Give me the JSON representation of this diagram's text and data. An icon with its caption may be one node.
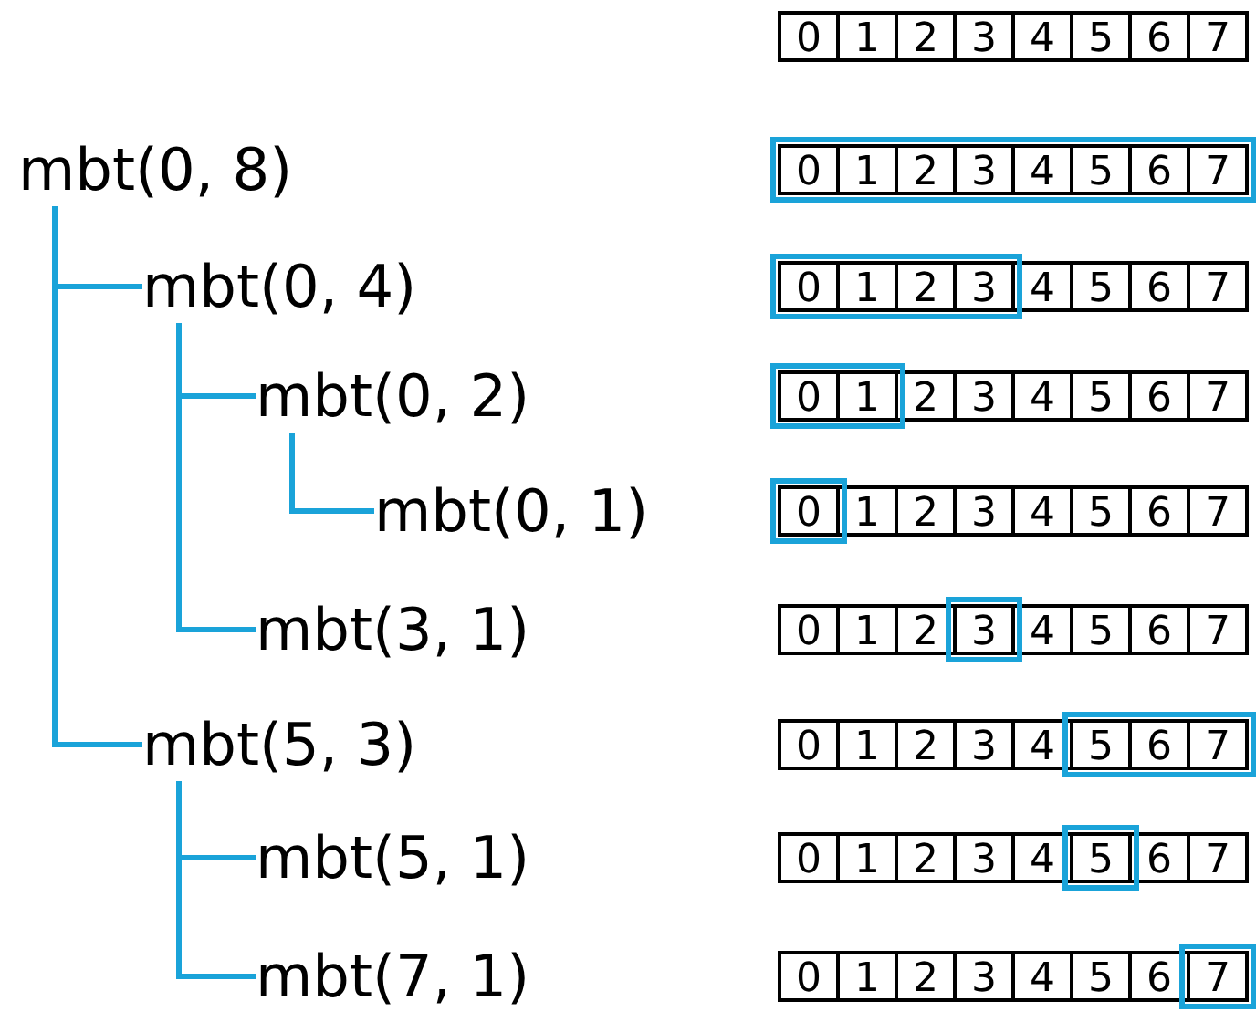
{
  "diagram": {
    "nodes": [
      {
        "text": [
          "mbt(0, 8)"
        ]
      },
      {
        "text": [
          "mbt(0, 4)"
        ]
      },
      {
        "text": [
          "mbt(0, 2)"
        ]
      },
      {
        "text": [
          "mbt(0, 1)"
        ]
      },
      {
        "text": [
          "mbt(3, 1)"
        ]
      },
      {
        "text": [
          "mbt(5, 3)"
        ]
      },
      {
        "text": [
          "mbt(5, 1)"
        ]
      },
      {
        "text": [
          "mbt(7, 1)"
        ]
      }
    ],
    "edges": [
      {
        "from": 0,
        "to": 1,
        "arrow": "none"
      },
      {
        "from": 1,
        "to": 2,
        "arrow": "none"
      },
      {
        "from": 2,
        "to": 3,
        "arrow": "none"
      },
      {
        "from": 1,
        "to": 4,
        "arrow": "none"
      },
      {
        "from": 0,
        "to": 5,
        "arrow": "none"
      },
      {
        "from": 5,
        "to": 6,
        "arrow": "none"
      },
      {
        "from": 5,
        "to": 7,
        "arrow": "none"
      }
    ],
    "labels": [
      "0",
      "1",
      "2",
      "3",
      "4",
      "5",
      "6",
      "7",
      "0",
      "1",
      "2",
      "3",
      "4",
      "5",
      "6",
      "7",
      "0",
      "1",
      "2",
      "3",
      "4",
      "5",
      "6",
      "7",
      "0",
      "1",
      "2",
      "3",
      "4",
      "5",
      "6",
      "7",
      "0",
      "1",
      "2",
      "3",
      "4",
      "5",
      "6",
      "7",
      "0",
      "1",
      "2",
      "3",
      "4",
      "5",
      "6",
      "7",
      "0",
      "1",
      "2",
      "3",
      "4",
      "5",
      "6",
      "7",
      "0",
      "1",
      "2",
      "3",
      "4",
      "5",
      "6",
      "7",
      "0",
      "1",
      "2",
      "3",
      "4",
      "5",
      "6",
      "7"
    ]
  }
}
